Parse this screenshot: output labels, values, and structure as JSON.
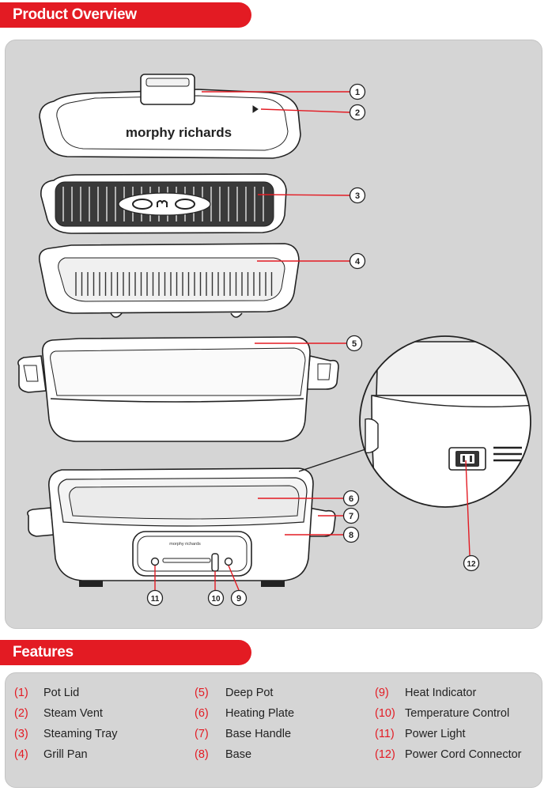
{
  "sections": {
    "overview_title": "Product Overview",
    "features_title": "Features"
  },
  "brand": {
    "lid_logo": "morphy richards",
    "base_logo": "morphy richards"
  },
  "callouts": [
    "1",
    "2",
    "3",
    "4",
    "5",
    "6",
    "7",
    "8",
    "9",
    "10",
    "11",
    "12"
  ],
  "features": [
    {
      "num": "(1)",
      "label": "Pot Lid"
    },
    {
      "num": "(2)",
      "label": "Steam Vent"
    },
    {
      "num": "(3)",
      "label": "Steaming Tray"
    },
    {
      "num": "(4)",
      "label": "Grill Pan"
    },
    {
      "num": "(5)",
      "label": "Deep Pot"
    },
    {
      "num": "(6)",
      "label": "Heating Plate"
    },
    {
      "num": "(7)",
      "label": "Base Handle"
    },
    {
      "num": "(8)",
      "label": "Base"
    },
    {
      "num": "(9)",
      "label": "Heat Indicator"
    },
    {
      "num": "(10)",
      "label": "Temperature Control"
    },
    {
      "num": "(11)",
      "label": "Power Light"
    },
    {
      "num": "(12)",
      "label": "Power Cord Connector"
    }
  ],
  "colors": {
    "accent": "#e31b23",
    "panel": "#d5d5d5",
    "product": "#ffffff",
    "outline": "#222222"
  }
}
